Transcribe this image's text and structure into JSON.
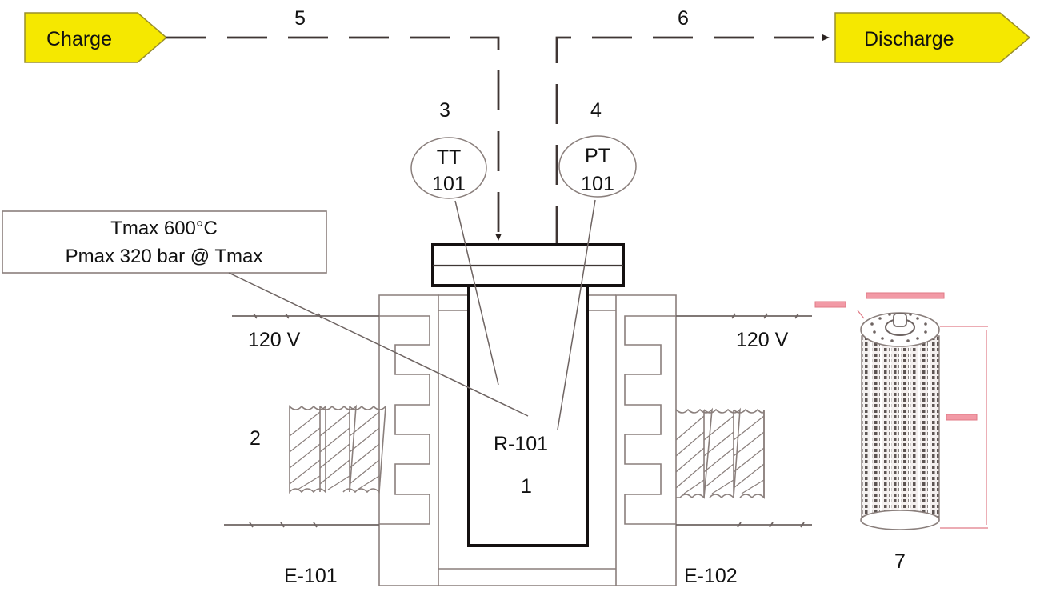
{
  "diagram": {
    "type": "process-flow-schematic",
    "colors": {
      "stream_tag_fill": "#f5e800",
      "stream_tag_stroke": "#9a8f2a",
      "line": "#3f3634",
      "equipment_outline": "#8a7f7c",
      "vessel_outline": "#141010",
      "dimension_marks": "#e07a86"
    },
    "streams": {
      "charge": {
        "label": "Charge",
        "number": "5"
      },
      "discharge": {
        "label": "Discharge",
        "number": "6"
      }
    },
    "instruments": [
      {
        "tag_letters": "TT",
        "tag_number": "101",
        "callout": "3"
      },
      {
        "tag_letters": "PT",
        "tag_number": "101",
        "callout": "4"
      }
    ],
    "design_note": {
      "line1": "Tmax 600°C",
      "line2": "Pmax 320 bar @ Tmax"
    },
    "reactor": {
      "tag": "R-101",
      "callout": "1"
    },
    "heaters": [
      {
        "tag": "E-101",
        "voltage": "120 V"
      },
      {
        "tag": "E-102",
        "voltage": "120 V"
      }
    ],
    "insulation": {
      "callout": "2"
    },
    "filter": {
      "callout": "7"
    }
  }
}
